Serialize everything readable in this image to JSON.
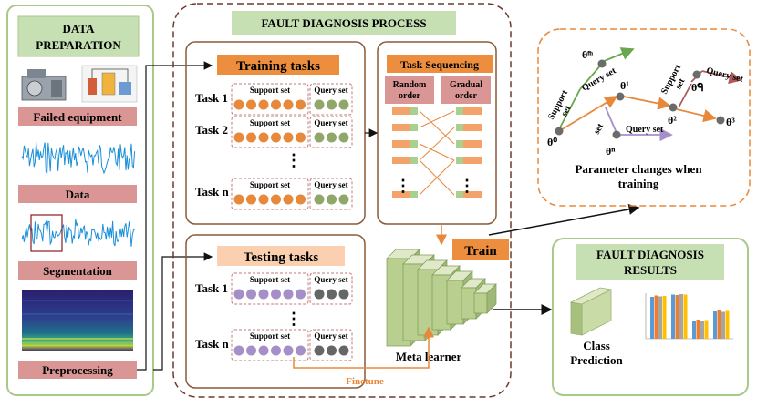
{
  "data_preparation": {
    "title_line1": "DATA",
    "title_line2": "PREPARATION",
    "steps": [
      "Failed equipment",
      "Data",
      "Segmentation",
      "Preprocessing"
    ]
  },
  "fault_diagnosis_process": {
    "title": "FAULT DIAGNOSIS PROCESS",
    "training_tasks": {
      "title": "Training tasks",
      "task_labels": [
        "Task 1",
        "Task 2",
        "Task n"
      ],
      "support_label": "Support set",
      "query_label": "Query set"
    },
    "task_sequencing": {
      "title": "Task Sequencing",
      "random_line1": "Random",
      "random_line2": "order",
      "gradual_line1": "Gradual",
      "gradual_line2": "order"
    },
    "testing_tasks": {
      "title": "Testing tasks",
      "task_labels": [
        "Task 1",
        "Task n"
      ],
      "support_label": "Support set",
      "query_label": "Query set"
    },
    "train_label": "Train",
    "meta_learner_label": "Meta learner",
    "finetune_label": "Finetune"
  },
  "parameter_panel": {
    "caption_line1": "Parameter changes when",
    "caption_line2": "training",
    "support_label": "Support",
    "set_label": "set",
    "query_label": "Query set",
    "theta_0": "θ⁰",
    "theta_1": "θ¹",
    "theta_2": "θ²",
    "theta_3": "θ³",
    "theta_m": "θ̃ᵐ",
    "theta_n": "θ̃ⁿ",
    "theta_q": "θ̃ᑫ"
  },
  "results": {
    "title_line1": "FAULT DIAGNOSIS",
    "title_line2": "RESULTS",
    "class_line1": "Class",
    "class_line2": "Prediction"
  },
  "colors": {
    "orange": "#e8883a",
    "orange_label": "#ed8e3e",
    "green_label": "#a9d08e",
    "green_header": "#c6e0b4",
    "pink_label": "#d99694",
    "border_brown": "#8b5a3c",
    "purple": "#a68fc8",
    "gray": "#6b6b6b",
    "dark_gray": "#666666",
    "light_green": "#b9cf8f",
    "blue_signal": "#1a8fd8"
  }
}
